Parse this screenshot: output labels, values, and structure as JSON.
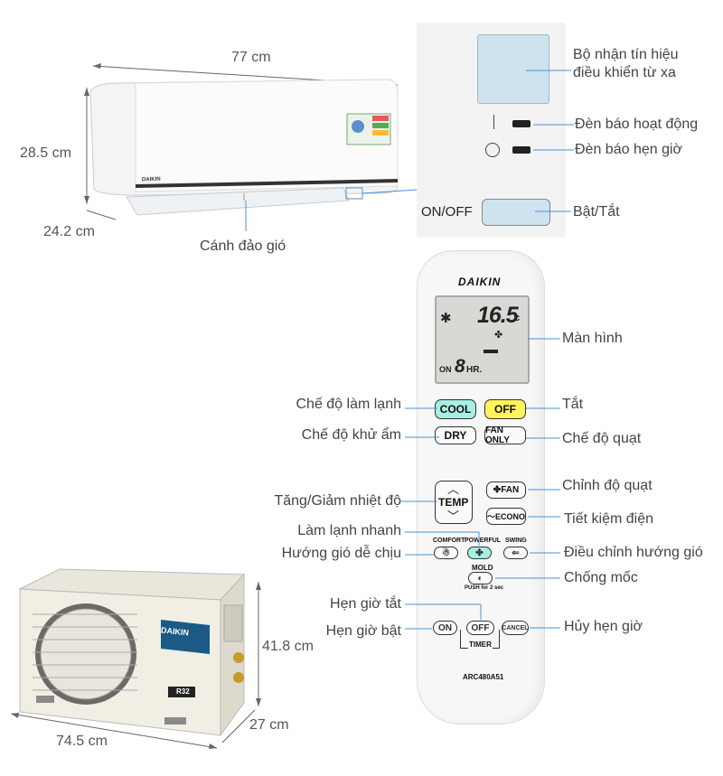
{
  "indoor_unit": {
    "width": "77 cm",
    "height": "28.5 cm",
    "depth": "24.2 cm",
    "louver_label": "Cánh đảo gió",
    "brand_small": "DAIKIN"
  },
  "panel": {
    "receiver_label_1": "Bộ nhận tín hiệu",
    "receiver_label_2": "điều khiển từ xa",
    "operation_lamp": "Đèn báo hoạt động",
    "timer_lamp": "Đèn báo hẹn giờ",
    "onoff_text": "ON/OFF",
    "onoff_label": "Bật/Tắt"
  },
  "remote": {
    "brand": "DAIKIN",
    "display": {
      "temp": "16.5",
      "unit": "c",
      "timer_on": "ON",
      "timer_hours": "8",
      "timer_unit": "HR."
    },
    "buttons": {
      "cool": "COOL",
      "off": "OFF",
      "dry": "DRY",
      "fan_only": "FAN ONLY",
      "temp": "TEMP",
      "fan": "FAN",
      "econo": "ECONO",
      "comfort": "COMFORT",
      "powerful": "POWERFUL",
      "swing": "SWING",
      "mold": "MOLD",
      "push": "PUSH for 2 sec",
      "timer_on": "ON",
      "timer_off": "OFF",
      "cancel": "CANCEL",
      "timer": "TIMER"
    },
    "model": "ARC480A51",
    "labels": {
      "screen": "Màn hình",
      "cool_mode": "Chế độ làm lạnh",
      "off": "Tắt",
      "dry_mode": "Chế độ khử ẩm",
      "fan_mode": "Chế độ quạt",
      "temp": "Tăng/Giảm nhiệt độ",
      "fan_speed": "Chỉnh độ quạt",
      "powerful": "Làm lạnh nhanh",
      "econo": "Tiết kiệm điện",
      "comfort": "Hướng gió dễ chịu",
      "swing": "Điều chỉnh hướng gió",
      "mold": "Chống mốc",
      "timer_off": "Hẹn giờ tắt",
      "timer_on": "Hẹn giờ bật",
      "cancel": "Hủy hẹn giờ"
    }
  },
  "outdoor_unit": {
    "height": "41.8 cm",
    "depth": "27 cm",
    "width": "74.5 cm",
    "brand": "DAIKIN",
    "refrigerant": "R32"
  },
  "colors": {
    "cool": "#a8eee4",
    "off": "#fff45c",
    "panel_bg": "#f3f3f3",
    "receiver": "#cfe3ef"
  }
}
